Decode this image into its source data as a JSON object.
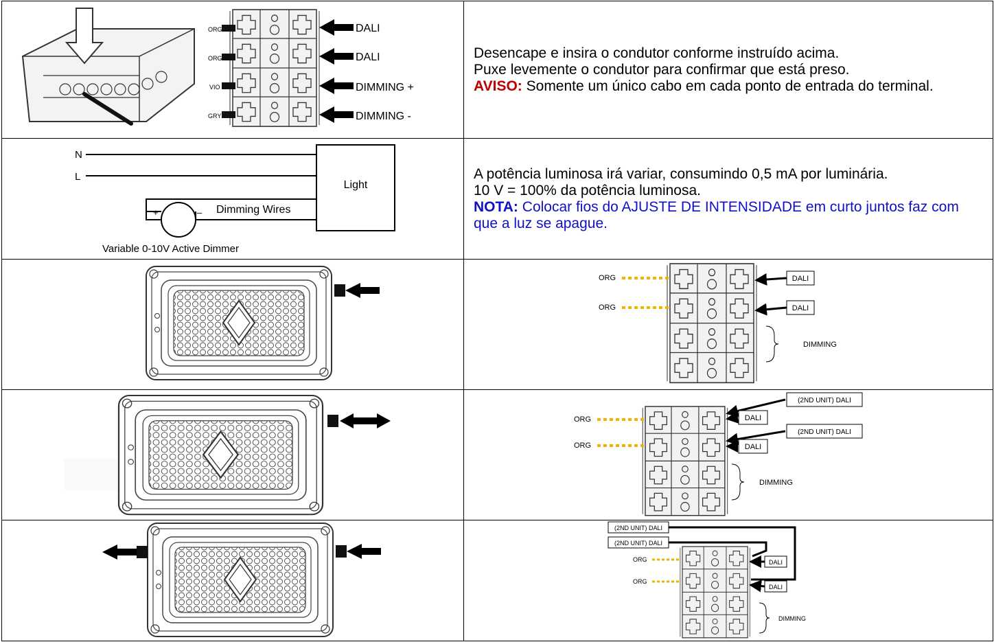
{
  "row1": {
    "terminal_labels_left": [
      "ORG",
      "ORG",
      "VIO",
      "GRY"
    ],
    "terminal_labels_right": [
      "DALI",
      "DALI",
      "DIMMING +",
      "DIMMING -"
    ],
    "line1": "Desencape e insira o condutor conforme instruído acima.",
    "line2": "Puxe levemente o condutor para confirmar que está preso.",
    "warning_label": "AVISO:",
    "warning_text": " Somente um único cabo em cada ponto de entrada do terminal."
  },
  "row2": {
    "diagram": {
      "n_label": "N",
      "l_label": "L",
      "light_label": "Light",
      "plus": "+",
      "minus": "–",
      "dimming_wires": "Dimming Wires",
      "dimmer_caption": "Variable 0-10V Active Dimmer"
    },
    "line1": "A potência luminosa irá variar, consumindo 0,5 mA por luminária.",
    "line2": "10 V = 100% da potência luminosa.",
    "note_label": "NOTA:",
    "note_text": " Colocar fios do AJUSTE DE INTENSIDADE em curto juntos faz com que a luz se apague."
  },
  "row3": {
    "org1": "ORG",
    "org2": "ORG",
    "dali1": "DALI",
    "dali2": "DALI",
    "dimming": "DIMMING"
  },
  "row4": {
    "org1": "ORG",
    "org2": "ORG",
    "unit2_a": "(2ND UNIT) DALI",
    "dali1": "DALI",
    "unit2_b": "(2ND UNIT) DALI",
    "dali2": "DALI",
    "dimming": "DIMMING"
  },
  "row5": {
    "unit2_a": "(2ND UNIT) DALI",
    "unit2_b": "(2ND UNIT) DALI",
    "org1": "ORG",
    "org2": "ORG",
    "dali1": "DALI",
    "dali2": "DALI",
    "dimming": "DIMMING"
  },
  "colors": {
    "warning": "#c00000",
    "note": "#1010c8",
    "wire_dash": "#f0b400"
  }
}
